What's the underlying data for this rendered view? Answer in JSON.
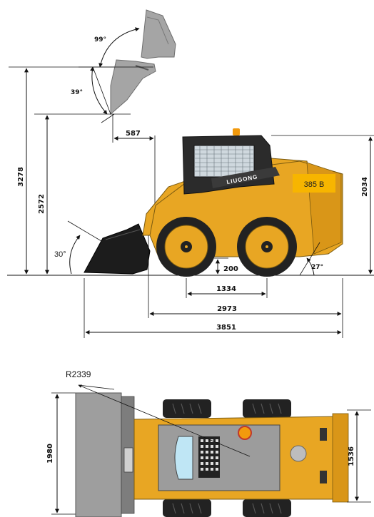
{
  "brand": "LIUGONG",
  "model": "385 B",
  "dimensions": {
    "total_height": "3278",
    "hinge_height": "2572",
    "dump_reach": "587",
    "cab_height": "2034",
    "ground_clearance": "200",
    "wheelbase": "1334",
    "length_no_bucket": "2973",
    "length_with_bucket": "3851",
    "overall_width": "1980",
    "track_width": "1536",
    "turning_radius": "R2339"
  },
  "angles": {
    "rollback_top": "99°",
    "dump_angle": "39°",
    "bucket_ground_angle": "30°",
    "departure_angle": "27°"
  },
  "colors": {
    "body_yellow": "#E8A623",
    "dark_frame": "#2b2b2b",
    "bucket_gray": "#a5a5a5",
    "badge_orange": "#F7B500",
    "tire_black": "#222222"
  }
}
